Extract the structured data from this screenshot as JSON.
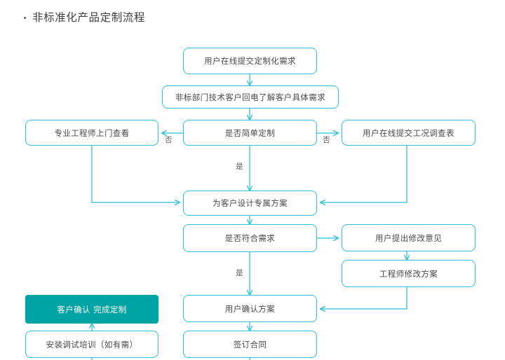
{
  "page": {
    "title": "非标准化产品定制流程",
    "bullet_icon": "bullet-dot-icon"
  },
  "theme": {
    "line_color": "#2fc0d8",
    "accent_fill": "#00a3a3",
    "text_color": "#4a4a4a",
    "title_color": "#3f3f3f",
    "background": "#ffffff"
  },
  "flowchart": {
    "nodes": [
      {
        "id": "n1",
        "label": "用户在线提交定制化需求",
        "style": "outline"
      },
      {
        "id": "n2",
        "label": "非标部门技术客户回电了解客户具体需求",
        "style": "outline"
      },
      {
        "id": "n3",
        "label": "专业工程师上门查看",
        "style": "outline"
      },
      {
        "id": "n4",
        "label": "是否简单定制",
        "style": "outline"
      },
      {
        "id": "n5",
        "label": "用户在线提交工况调查表",
        "style": "outline"
      },
      {
        "id": "n6",
        "label": "为客户设计专属方案",
        "style": "outline"
      },
      {
        "id": "n7",
        "label": "是否符合需求",
        "style": "outline"
      },
      {
        "id": "n8",
        "label": "用户提出修改意见",
        "style": "outline"
      },
      {
        "id": "n9",
        "label": "工程师修改方案",
        "style": "outline"
      },
      {
        "id": "n10",
        "label": "客户确认 完成定制",
        "style": "filled"
      },
      {
        "id": "n11",
        "label": "用户确认方案",
        "style": "outline"
      },
      {
        "id": "n12",
        "label": "安装调试培训（如有需）",
        "style": "outline"
      },
      {
        "id": "n13",
        "label": "签订合同",
        "style": "outline"
      }
    ],
    "edge_labels": [
      {
        "id": "e1",
        "label": "否",
        "from": "n4",
        "to": "n3"
      },
      {
        "id": "e2",
        "label": "否",
        "from": "n4",
        "to": "n5"
      },
      {
        "id": "e3",
        "label": "是",
        "from": "n4",
        "to": "n6"
      },
      {
        "id": "e4",
        "label": "是",
        "from": "n7",
        "to": "n11"
      }
    ]
  }
}
